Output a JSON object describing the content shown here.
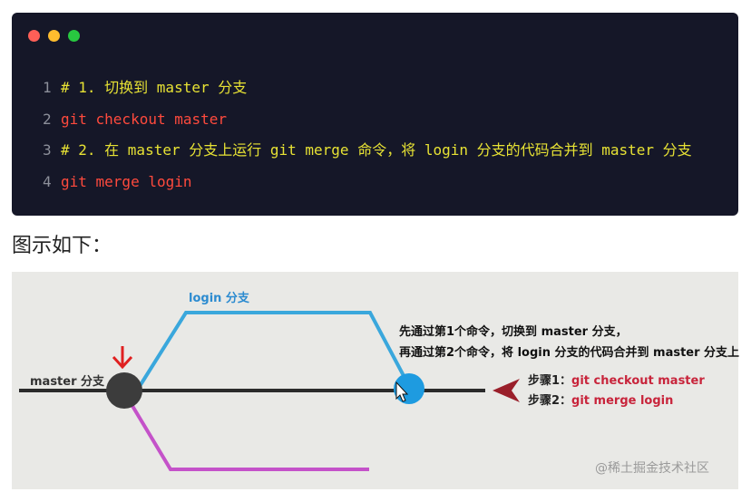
{
  "code_window": {
    "dot_colors": [
      "#fe5f57",
      "#febc2e",
      "#28c840"
    ],
    "lines": [
      {
        "num": "1",
        "text": "# 1. 切换到 master 分支",
        "kind": "comment"
      },
      {
        "num": "2",
        "text": "git checkout master",
        "kind": "cmd"
      },
      {
        "num": "3",
        "text": "# 2. 在 master 分支上运行 git merge 命令，将 login 分支的代码合并到 master 分支",
        "kind": "comment"
      },
      {
        "num": "4",
        "text": "git merge login",
        "kind": "cmd"
      }
    ]
  },
  "caption": "图示如下：",
  "diagram": {
    "login_label": "login 分支",
    "master_label": "master 分支",
    "note_line1": "先通过第1个命令，切换到 master 分支，",
    "note_line2": "再通过第2个命令，将 login 分支的代码合并到 master 分支上",
    "step1_label": "步骤1：",
    "step1_cmd": "git checkout master",
    "step2_label": "步骤2：",
    "step2_cmd": "git merge login",
    "watermark": "@稀土掘金技术社区",
    "colors": {
      "login_branch": "#3aa7dc",
      "other_branch": "#c452c9",
      "master_line": "#2b2b2b",
      "master_node": "#3c3c3c",
      "merge_node": "#1e9be0",
      "marker_arrow": "#e02020",
      "pointer": "#9a1f2a"
    }
  }
}
